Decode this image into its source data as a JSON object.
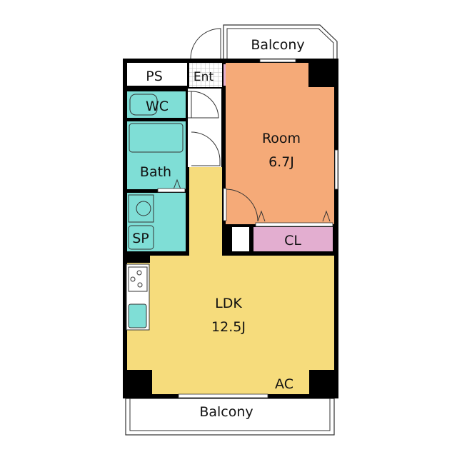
{
  "rooms": {
    "ps": "PS",
    "entrance": "Ent",
    "wc": "WC",
    "bath": "Bath",
    "sp": "SP",
    "room": {
      "name": "Room",
      "size": "6.7J"
    },
    "closet": "CL",
    "ldk": {
      "name": "LDK",
      "size": "12.5J"
    },
    "ac": "AC",
    "balcony_top": "Balcony",
    "balcony_bottom": "Balcony"
  },
  "colors": {
    "room": "#f5aa78",
    "ldk": "#f6dc7c",
    "wet": "#7fded6",
    "closet": "#e3aed0",
    "wall": "#000000"
  }
}
